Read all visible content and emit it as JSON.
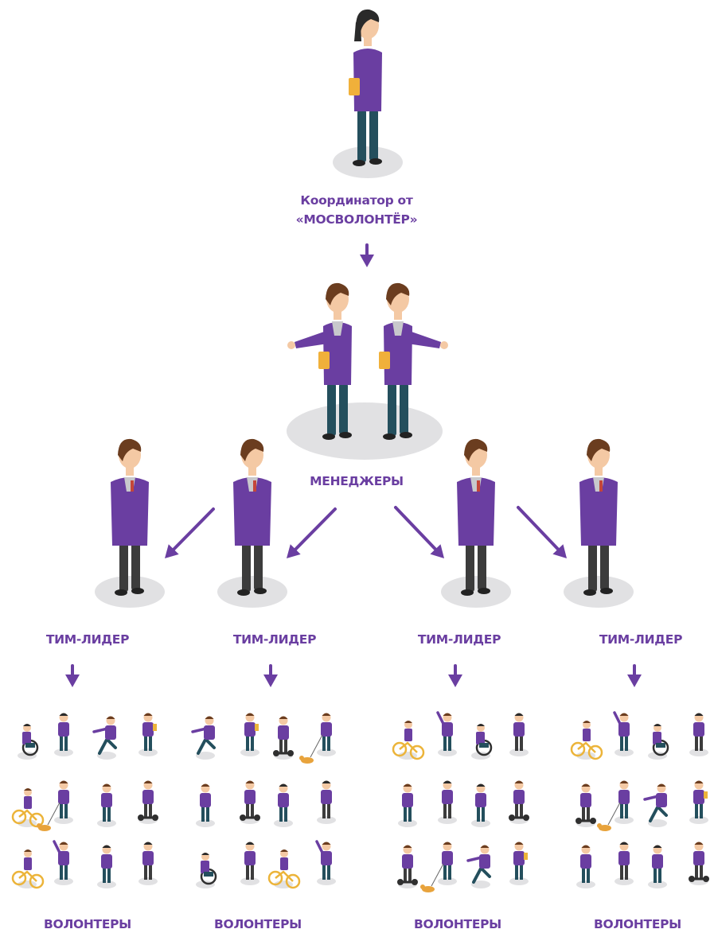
{
  "colors": {
    "purple": "#6a3ea1",
    "shadow": "#e1e1e3",
    "pants_teal": "#244f5d",
    "pants_gray": "#3c3c3c",
    "skin": "#f4c9a4",
    "hair_dark": "#2a2a2a",
    "hair_brown": "#6b3d1f",
    "folder": "#f0b03a",
    "scarf": "#c8c8cc",
    "tie": "#c4463a",
    "bike": "#ecb43a",
    "dog": "#e8a33c",
    "wheel": "#2f2f2f"
  },
  "coordinator": {
    "label_line1": "Координатор от",
    "label_line2": "«МОСВОЛОНТЁР»"
  },
  "managers": {
    "label": "МЕНЕДЖЕРЫ"
  },
  "team_leaders": [
    {
      "label": "ТИМ-ЛИДЕР"
    },
    {
      "label": "ТИМ-ЛИДЕР"
    },
    {
      "label": "ТИМ-ЛИДЕР"
    },
    {
      "label": "ТИМ-ЛИДЕР"
    }
  ],
  "volunteer_groups": [
    {
      "label": "ВОЛОНТЕРЫ"
    },
    {
      "label": "ВОЛОНТЕРЫ"
    },
    {
      "label": "ВОЛОНТЕРЫ"
    },
    {
      "label": "ВОЛОНТЕРЫ"
    }
  ]
}
